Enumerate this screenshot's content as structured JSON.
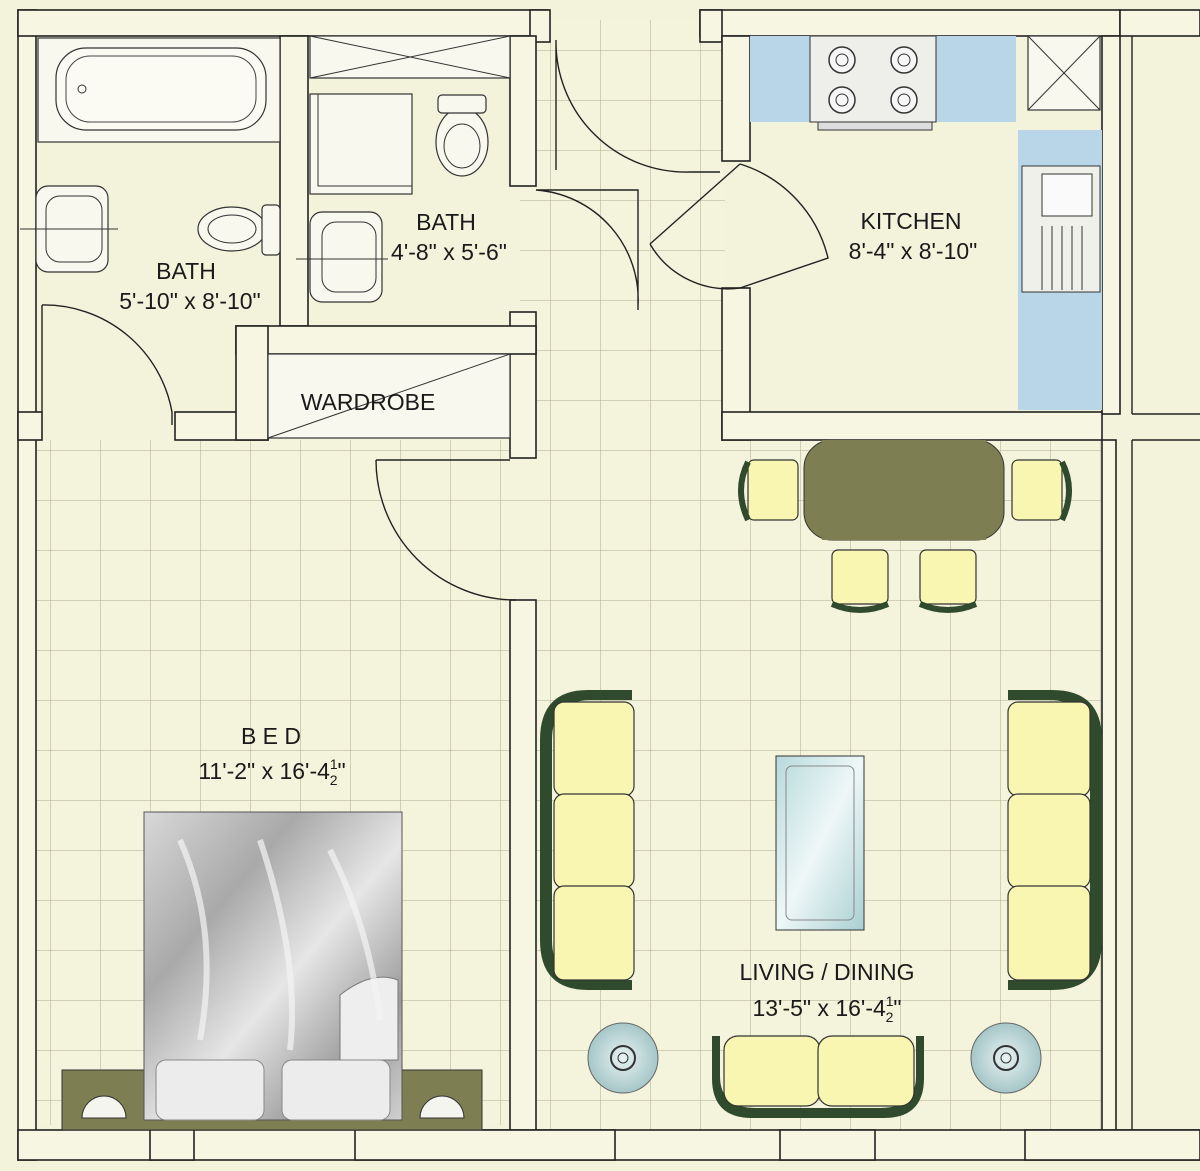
{
  "rooms": {
    "bath1": {
      "name": "BATH",
      "size": "5'-10\" x 8'-10\""
    },
    "bath2": {
      "name": "BATH",
      "size": "4'-8\" x 5'-6\""
    },
    "kitchen": {
      "name": "KITCHEN",
      "size": "8'-4\" x 8'-10\""
    },
    "wardrobe": {
      "name": "WARDROBE"
    },
    "bed": {
      "name": "B E D",
      "size_main": "11'-2\" x 16'-4",
      "size_frac_num": "1",
      "size_frac_den": "2",
      "size_end": "\""
    },
    "living": {
      "name": "LIVING / DINING",
      "size_main": "13'-5\" x 16'-4",
      "size_frac_num": "1",
      "size_frac_den": "2",
      "size_end": "\""
    }
  },
  "colors": {
    "floor": "#f3f3dc",
    "wall_fill": "#f7f6e2",
    "upholstery": "#f8f6b0",
    "sofa_frame": "#2f4a2c",
    "dining_table": "#7d7f52",
    "counter": "#b9d6e8"
  }
}
